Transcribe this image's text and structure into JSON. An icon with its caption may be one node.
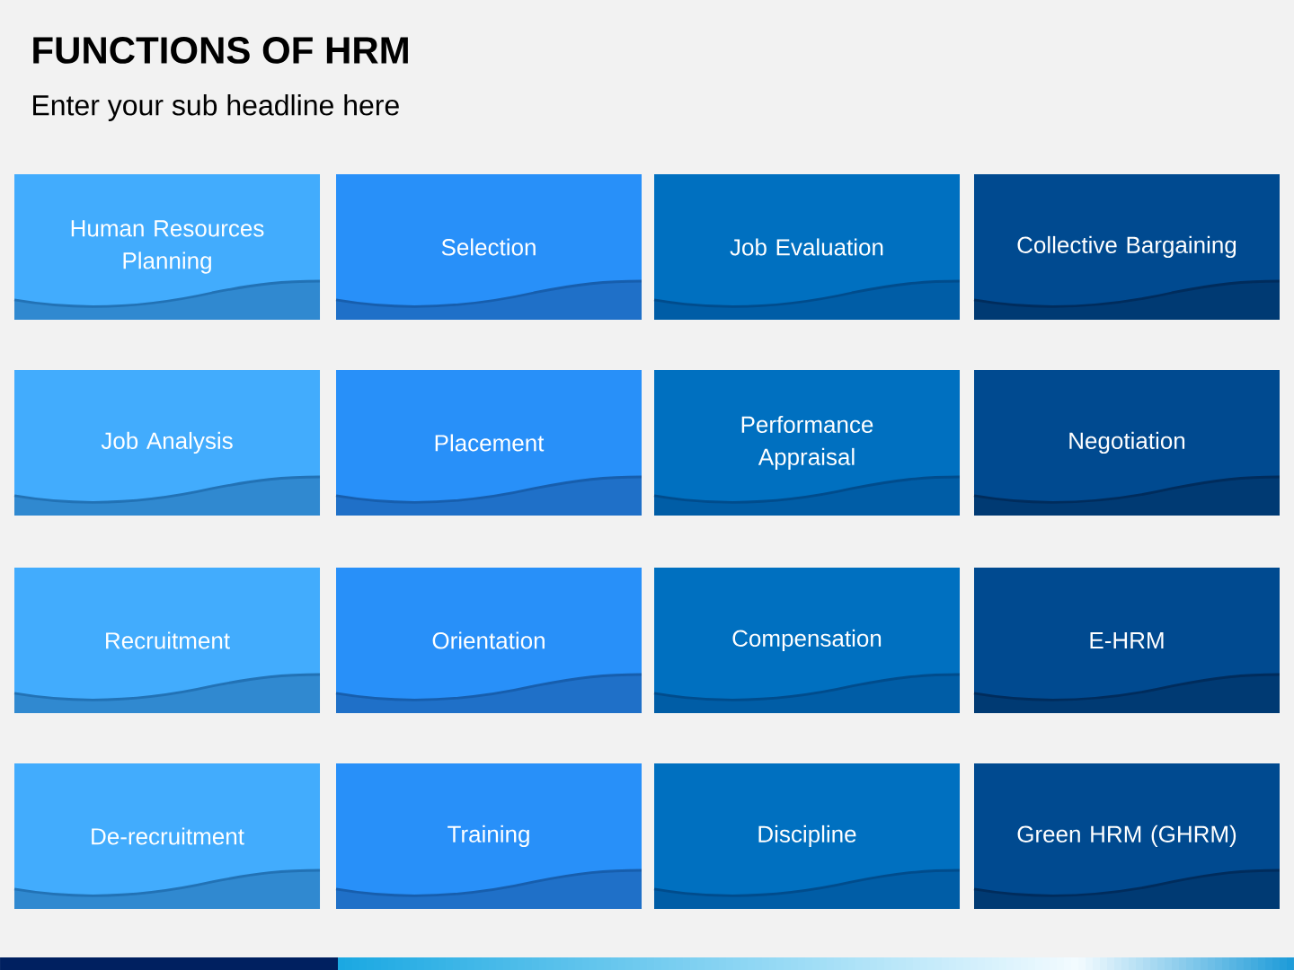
{
  "diagram": {
    "title": "FUNCTIONS OF HRM",
    "nodes": [
      {
        "text": [
          "Human Resources Planning"
        ]
      },
      {
        "text": [
          "Selection"
        ]
      },
      {
        "text": [
          "Job Evaluation"
        ]
      },
      {
        "text": [
          "Collective Bargaining"
        ]
      },
      {
        "text": [
          "Job Analysis"
        ]
      },
      {
        "text": [
          "Placement"
        ]
      },
      {
        "text": [
          "Performance Appraisal"
        ]
      },
      {
        "text": [
          "Negotiation"
        ]
      },
      {
        "text": [
          "Recruitment"
        ]
      },
      {
        "text": [
          "Orientation"
        ]
      },
      {
        "text": [
          "Compensation"
        ]
      },
      {
        "text": [
          "E-HRM"
        ]
      },
      {
        "text": [
          "De-recruitment"
        ]
      },
      {
        "text": [
          "Training"
        ]
      },
      {
        "text": [
          "Discipline"
        ]
      },
      {
        "text": [
          "Green HRM (GHRM)"
        ]
      }
    ],
    "labels": [
      "Enter your sub headline here"
    ]
  }
}
